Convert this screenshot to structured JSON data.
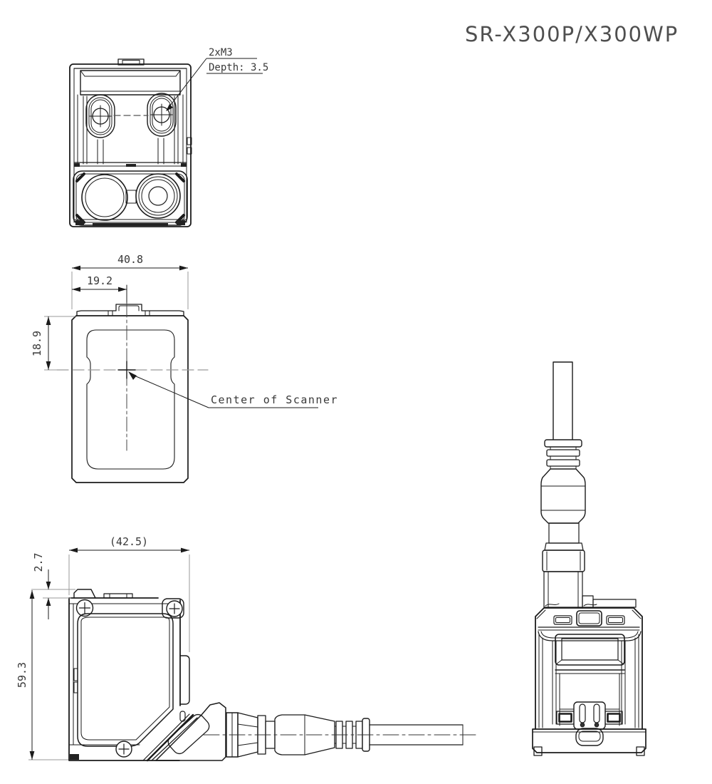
{
  "title": "SR-X300P/X300WP",
  "annotations": {
    "hole_spec_line1": "2xM3",
    "hole_spec_line2": "Depth: 3.5",
    "center_label": "Center of Scanner"
  },
  "dimensions": {
    "top_width": "40.8",
    "top_width_half": "19.2",
    "top_height_half": "18.9",
    "side_depth": "(42.5)",
    "side_hook": "2.7",
    "side_height": "59.3"
  },
  "colors": {
    "line": "#1b1b1b",
    "extension": "#9a9a9a",
    "text": "#383838",
    "background": "#ffffff"
  }
}
